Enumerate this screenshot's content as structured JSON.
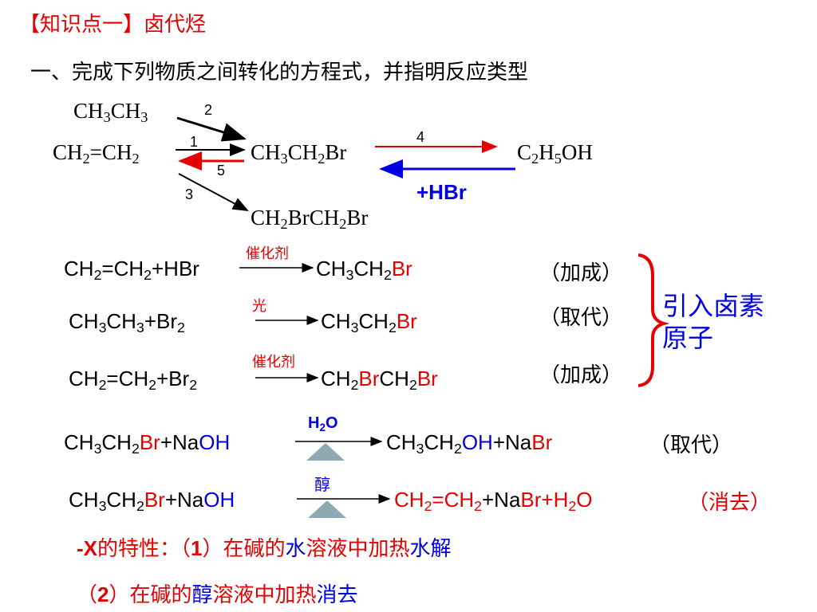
{
  "title": "【知识点一】卤代烃",
  "subtitle": "一、完成下列物质之间转化的方程式，并指明反应类型",
  "scheme": {
    "ethane": [
      "CH",
      "3",
      "CH",
      "3"
    ],
    "ethene": [
      "CH",
      "2",
      "=CH",
      "2"
    ],
    "bromoethane": [
      "CH",
      "3",
      "CH",
      "2",
      "Br"
    ],
    "ethanol": [
      "C",
      "2",
      "H",
      "5",
      "OH"
    ],
    "dibromoethane": [
      "CH",
      "2",
      "BrCH",
      "2",
      "Br"
    ],
    "arrow_labels": [
      "1",
      "2",
      "3",
      "4",
      "5"
    ],
    "hbr": "+HBr"
  },
  "equations": [
    {
      "condition": "催化剂",
      "type": "（加成）"
    },
    {
      "condition": "光",
      "type": "（取代）"
    },
    {
      "condition": "催化剂",
      "type": "（加成）"
    }
  ],
  "brace_label": [
    "引入卤素",
    "原子"
  ],
  "hydrolysis": {
    "condition": "H",
    "condition_sub": "2",
    "condition_end": "O",
    "type": "（取代）"
  },
  "elimination": {
    "condition": "醇",
    "type": "（消去）"
  },
  "notes": {
    "line1_a": "-X",
    "line1_b": "的特性：（",
    "line1_c": "1",
    "line1_d": "）在碱的",
    "line1_e": "水",
    "line1_f": "溶液中加热",
    "line1_g": "水解",
    "line2_a": "（",
    "line2_b": "2",
    "line2_c": "）在碱的",
    "line2_d": "醇",
    "line2_e": "溶液中加热",
    "line2_f": "消去"
  },
  "colors": {
    "red": "#e60000",
    "blue": "#0000e6",
    "gray": "#8fa9b3"
  }
}
